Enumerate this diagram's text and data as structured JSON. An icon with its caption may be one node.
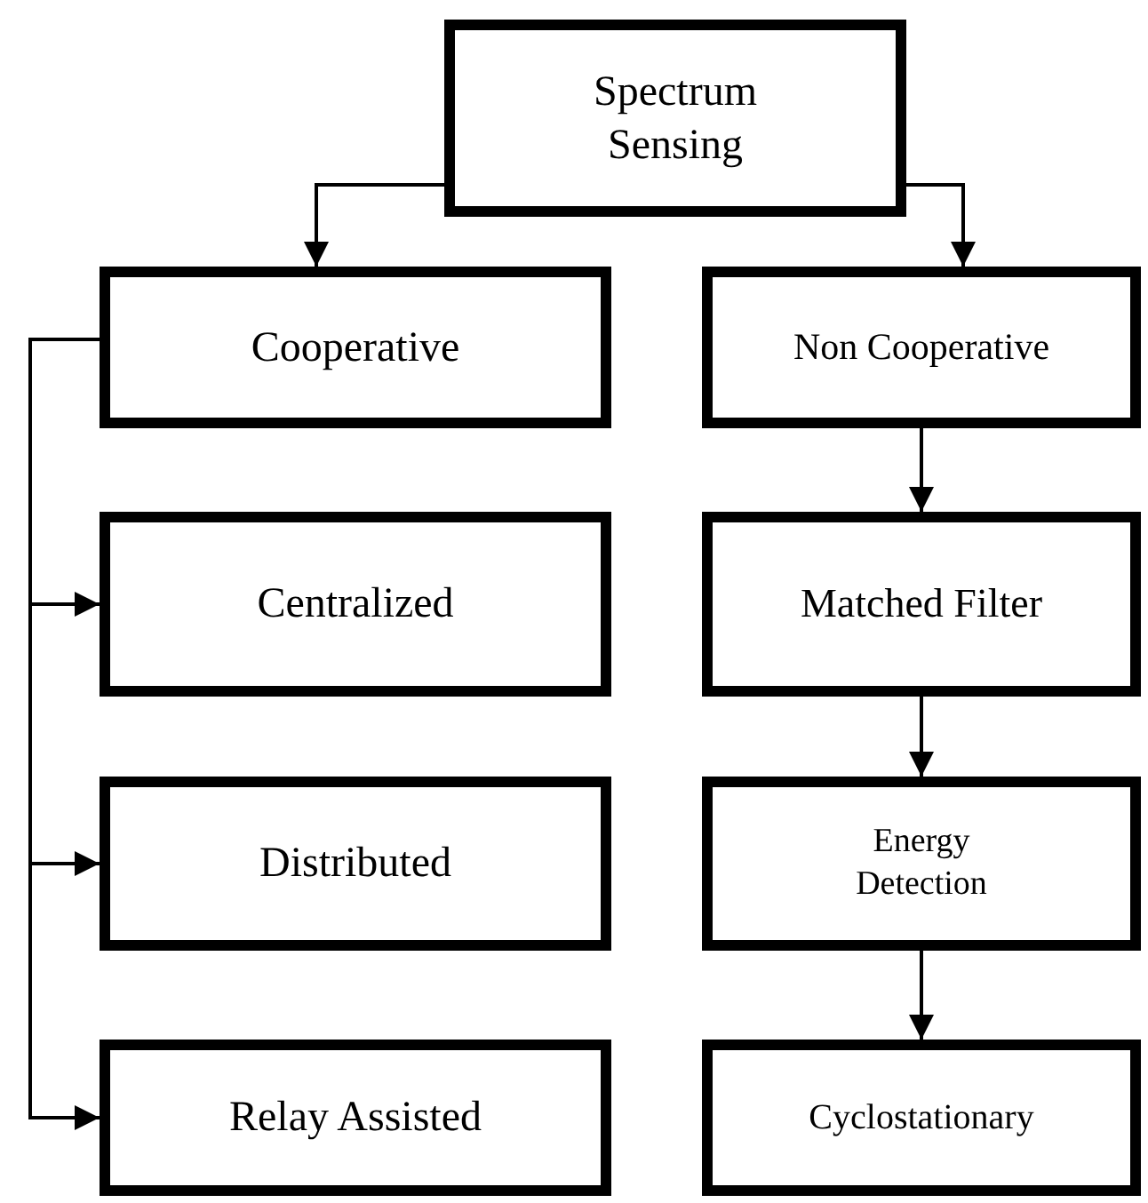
{
  "diagram": {
    "nodes": [
      {
        "text": [
          "Spectrum Sensing"
        ]
      },
      {
        "text": [
          "Cooperative"
        ]
      },
      {
        "text": [
          "Non Cooperative"
        ]
      },
      {
        "text": [
          "Centralized"
        ]
      },
      {
        "text": [
          "Matched Filter"
        ]
      },
      {
        "text": [
          "Distributed"
        ]
      },
      {
        "text": [
          "Energy Detection"
        ]
      },
      {
        "text": [
          "Relay Assisted"
        ]
      },
      {
        "text": [
          "Cyclostationary"
        ]
      }
    ],
    "edges": [
      {
        "from": 0,
        "to": 1,
        "arrow": "to"
      },
      {
        "from": 0,
        "to": 2,
        "arrow": "to"
      },
      {
        "from": 1,
        "to": 3,
        "arrow": "to"
      },
      {
        "from": 1,
        "to": 5,
        "arrow": "to"
      },
      {
        "from": 1,
        "to": 7,
        "arrow": "to"
      },
      {
        "from": 2,
        "to": 4,
        "arrow": "to"
      },
      {
        "from": 4,
        "to": 6,
        "arrow": "to"
      },
      {
        "from": 6,
        "to": 8,
        "arrow": "to"
      }
    ]
  }
}
